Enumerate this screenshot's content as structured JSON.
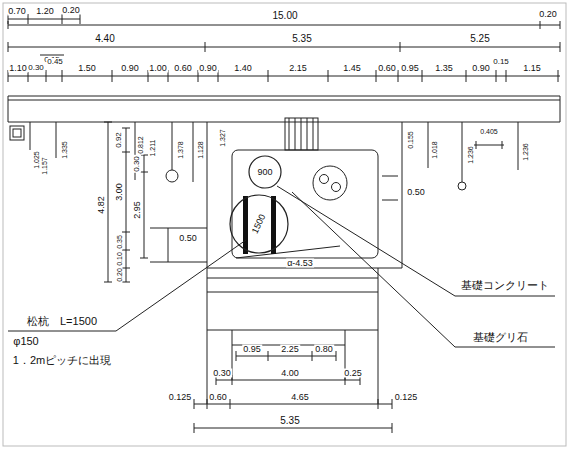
{
  "diagram": {
    "nodes": [
      {
        "text": [
          "900"
        ]
      },
      {
        "text": [
          "1500"
        ]
      }
    ],
    "labels": [
      "0.70",
      "1.20",
      "0.20",
      "15.00",
      "0.20",
      "4.40",
      "5.35",
      "5.25",
      "0.15",
      "1.10",
      "0.30",
      "0.45",
      "1.50",
      "0.90",
      "1.00",
      "0.60",
      "0.90",
      "1.40",
      "2.15",
      "1.45",
      "0.60",
      "0.95",
      "1.35",
      "0.90",
      "0.15",
      "1.15",
      "1.025",
      "1.157",
      "1.335",
      "0.812",
      "1.211",
      "1.378",
      "1.128",
      "1.327",
      "0.155",
      "1.018",
      "1.236",
      "0.405",
      "1.236",
      "0.92",
      "0.30",
      "3.00",
      "2.95",
      "4.82",
      "0.10",
      "0.35",
      "0.20",
      "0.50",
      "0.50",
      "α-4.53",
      "基礎コンクリート",
      "基礎グリ石",
      "松杭　L=1500",
      "φ150",
      "1．2mピッチに出現",
      "0.95",
      "2.25",
      "0.80",
      "0.30",
      "4.00",
      "0.25",
      "0.125",
      "0.60",
      "4.65",
      "0.125",
      "5.35"
    ]
  }
}
